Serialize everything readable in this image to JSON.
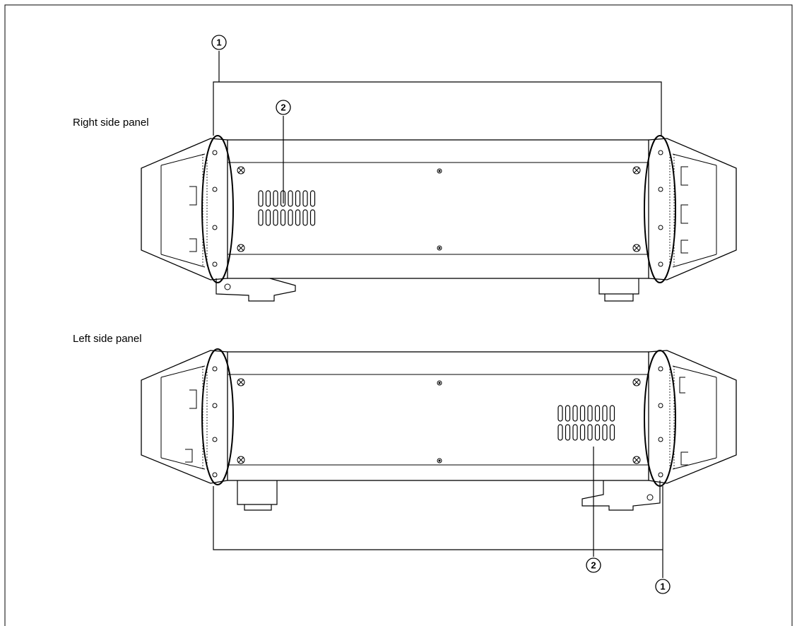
{
  "panels": [
    {
      "id": "right",
      "label": "Right side panel"
    },
    {
      "id": "left",
      "label": "Left side panel"
    }
  ],
  "callouts": [
    {
      "id": "bezel",
      "number": "1"
    },
    {
      "id": "vent",
      "number": "2"
    }
  ],
  "colors": {
    "line": "#000000",
    "background": "#ffffff"
  }
}
